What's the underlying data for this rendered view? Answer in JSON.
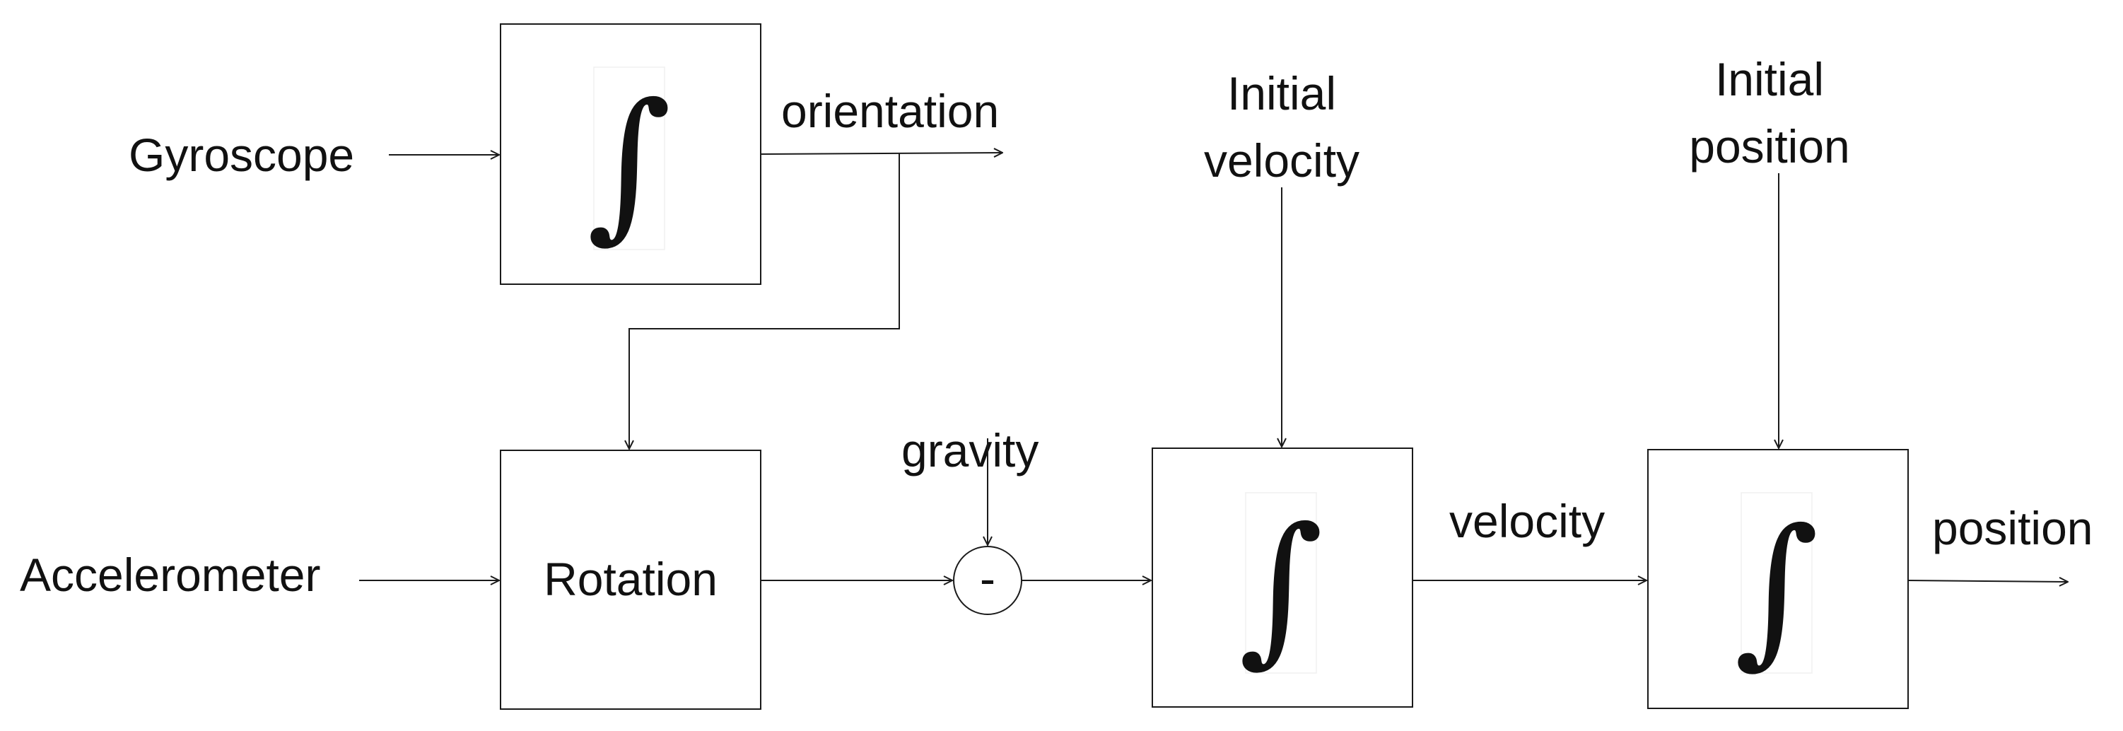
{
  "inputs": {
    "gyroscope": "Gyroscope",
    "accelerometer": "Accelerometer",
    "initial_velocity": [
      "Initial",
      "velocity"
    ],
    "initial_position": [
      "Initial",
      "position"
    ],
    "gravity": "gravity"
  },
  "blocks": {
    "integrator_symbol": "∫",
    "rotation": "Rotation",
    "subtract_symbol": "-"
  },
  "signals": {
    "orientation": "orientation",
    "velocity": "velocity",
    "position": "position"
  }
}
